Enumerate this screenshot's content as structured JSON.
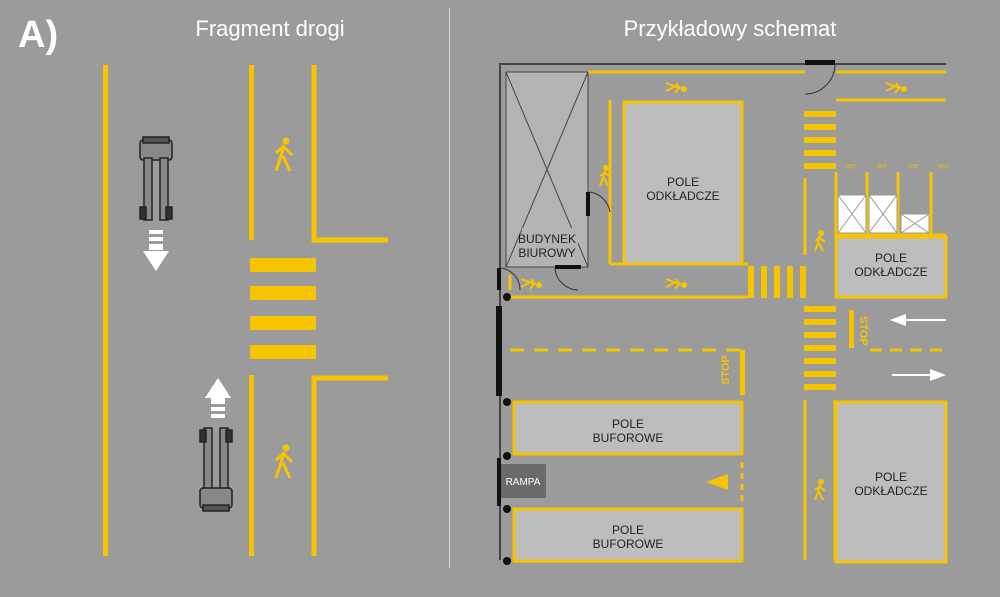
{
  "panel_label": "A)",
  "left_title": "Fragment drogi",
  "right_title": "Przykładowy schemat",
  "areas": {
    "office": "BUDYNEK BIUROWY",
    "storage_top": "POLE ODKŁADCZE",
    "storage_right": "POLE ODKŁADCZE",
    "storage_bottom": "POLE ODKŁADCZE",
    "buffer_top": "POLE BUFOROWE",
    "buffer_bottom": "POLE BUFOROWE",
    "ramp": "RAMPA"
  },
  "stop_label": "STOP",
  "slot_numbers": [
    "100",
    "101",
    "102",
    "103"
  ],
  "colors": {
    "background": "#9b9b9b",
    "marking": "#f7c400",
    "area_fill": "#bdbdbd",
    "text_white": "#ffffff"
  }
}
